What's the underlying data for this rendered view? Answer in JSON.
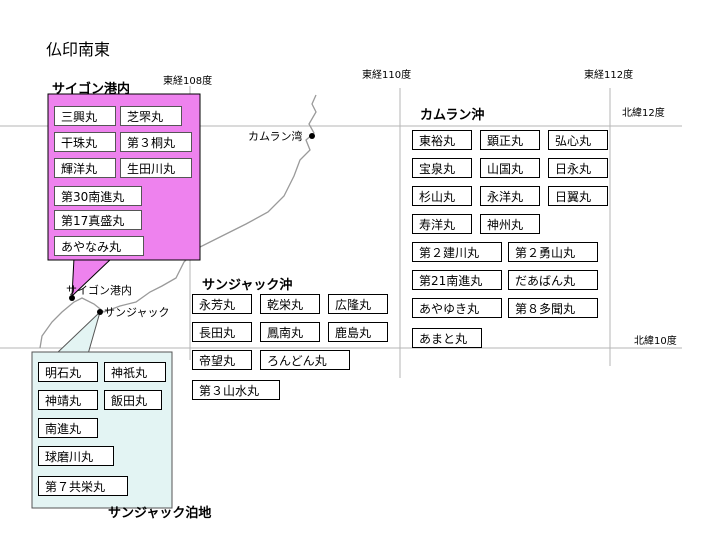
{
  "title": "仏印南東",
  "meridians": [
    "東経108度",
    "東経110度",
    "東経112度"
  ],
  "parallels": [
    "北緯12度",
    "北緯10度"
  ],
  "places": {
    "camranh_bay": "カムラン湾",
    "saigon_port": "サイゴン港内",
    "cap_st_jacques": "サンジャック"
  },
  "regions": {
    "saigon": "サイゴン港内",
    "camranh": "カムラン沖",
    "stjacques_offshore": "サンジャック沖",
    "stjacques_anchorage": "サンジャック泊地"
  },
  "ships": {
    "saigon": [
      "三興丸",
      "芝罘丸",
      "干珠丸",
      "第３桐丸",
      "輝洋丸",
      "生田川丸",
      "第30南進丸",
      "第17真盛丸",
      "あやなみ丸"
    ],
    "camranh": [
      "東裕丸",
      "顕正丸",
      "弘心丸",
      "宝泉丸",
      "山国丸",
      "日永丸",
      "杉山丸",
      "永洋丸",
      "日翼丸",
      "寿洋丸",
      "神州丸",
      "第２建川丸",
      "第２勇山丸",
      "第21南進丸",
      "だあばん丸",
      "あやゆき丸",
      "第８多聞丸",
      "あまと丸"
    ],
    "stjacques_offshore": [
      "永芳丸",
      "乾栄丸",
      "広隆丸",
      "長田丸",
      "鳳南丸",
      "鹿島丸",
      "帝望丸",
      "ろんどん丸",
      "第３山水丸"
    ],
    "stjacques_anchorage": [
      "明石丸",
      "神祇丸",
      "神靖丸",
      "飯田丸",
      "南進丸",
      "球磨川丸",
      "第７共栄丸"
    ]
  },
  "colors": {
    "saigon_fill": "#ee82ee",
    "anchorage_fill": "#e3f4f3",
    "grid": "#b5b5b5"
  }
}
